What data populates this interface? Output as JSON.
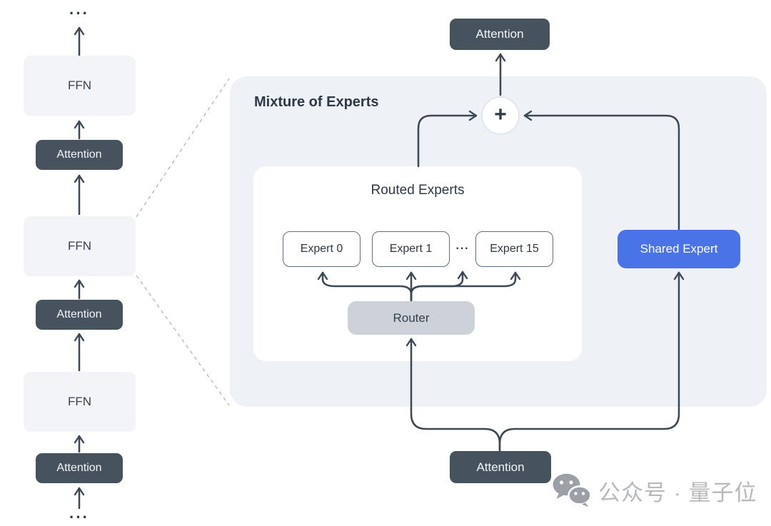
{
  "colors": {
    "dark_slate": "#46535f",
    "line": "#3b4856",
    "panel_bg": "#eef1f6",
    "light_box_bg": "#f3f4f8",
    "router_bg": "#cdd2d9",
    "shared_expert_blue": "#4b73e8",
    "expert_border": "#5f7082",
    "watermark_gray": "#b7babd"
  },
  "left_stack": {
    "ellipsis_top": "···",
    "ellipsis_bottom": "···",
    "ffn_label": "FFN",
    "attention_label": "Attention"
  },
  "moe_panel": {
    "title": "Mixture of Experts",
    "attention_top": "Attention",
    "attention_bottom": "Attention",
    "plus_sign": "+",
    "routed_experts": {
      "title": "Routed Experts",
      "experts": [
        "Expert 0",
        "Expert 1",
        "Expert 15"
      ],
      "ellipsis": "···",
      "router_label": "Router"
    },
    "shared_expert_label": "Shared Expert"
  },
  "watermark": {
    "icon": "wechat-icon",
    "text": "公众号 · 量子位"
  }
}
